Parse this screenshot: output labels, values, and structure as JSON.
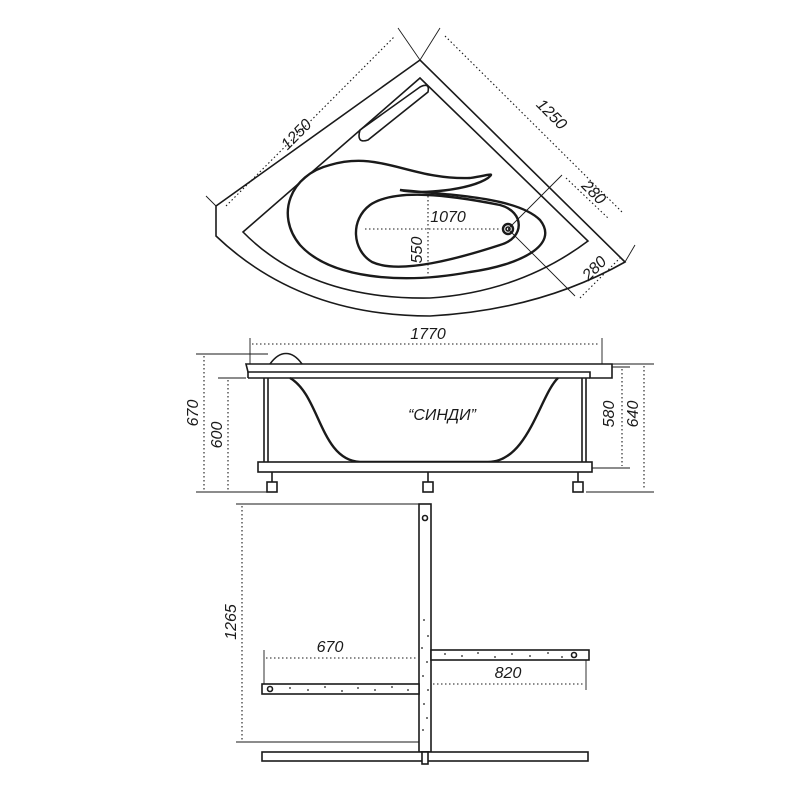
{
  "top_view": {
    "side_left": "1250",
    "side_right": "1250",
    "offset_top": "280",
    "offset_bottom": "280",
    "inner_length": "1070",
    "inner_width": "550"
  },
  "front_view": {
    "total_length": "1770",
    "height_total": "670",
    "height_rim": "600",
    "height_right_rim": "580",
    "height_right_total": "640",
    "model_name": "“СИНДИ”"
  },
  "frame_view": {
    "length_vertical": "1265",
    "arm_left": "670",
    "arm_right": "820"
  }
}
